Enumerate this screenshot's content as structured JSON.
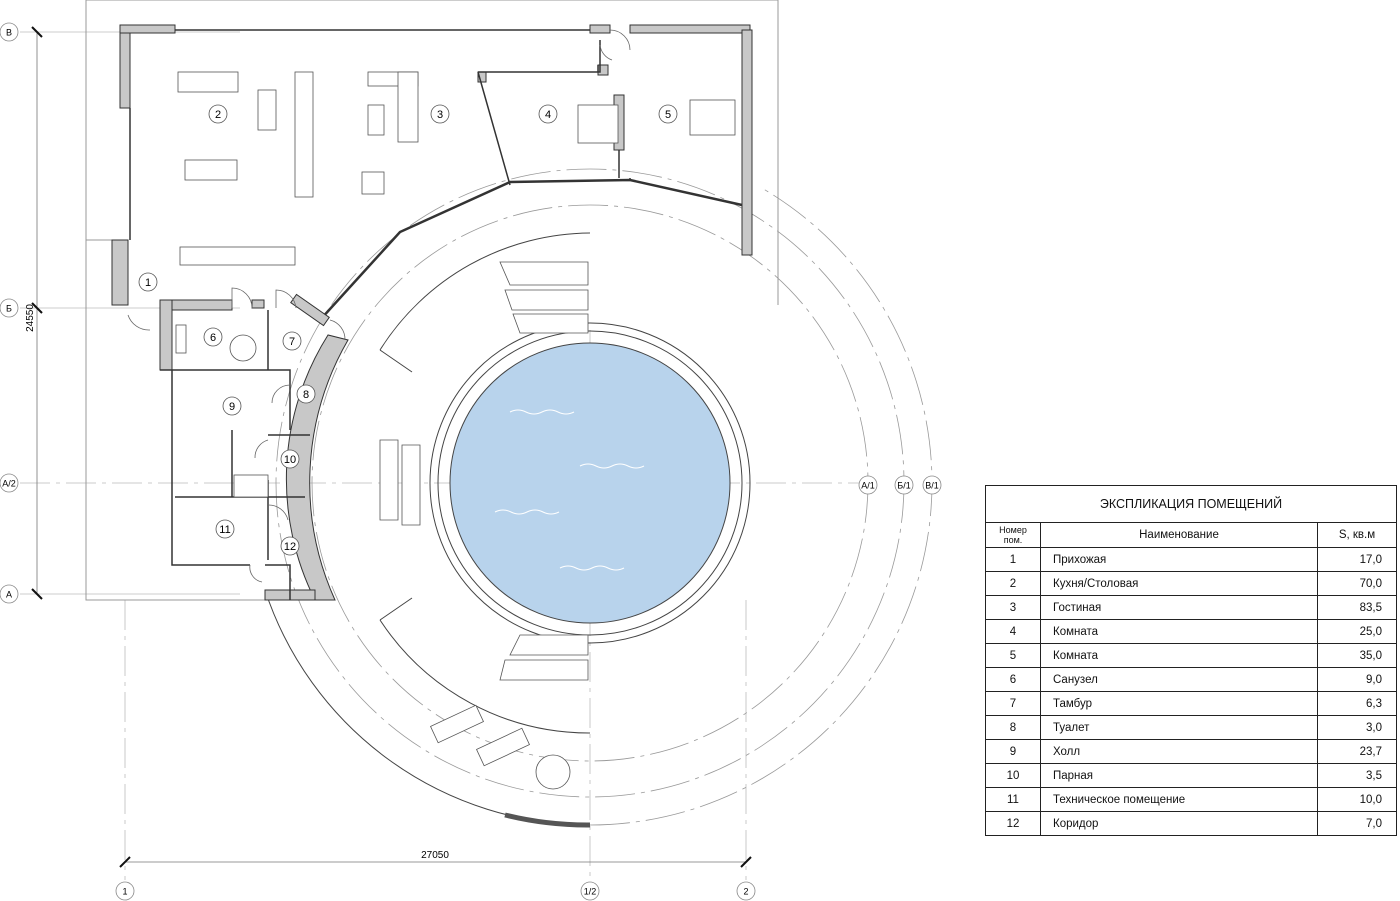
{
  "axes": {
    "rows": [
      "В",
      "Б",
      "А/2",
      "А"
    ],
    "cols": [
      "1",
      "1/2",
      "2"
    ],
    "radial": [
      "А/1",
      "Б/1",
      "В/1"
    ]
  },
  "dimensions": {
    "vertical": "24550",
    "horizontal": "27050"
  },
  "colors": {
    "pool": "#b8d3ec",
    "wall": "#c8c8c8",
    "line": "#333333"
  },
  "table": {
    "title": "ЭКСПЛИКАЦИЯ ПОМЕЩЕНИЙ",
    "headers": {
      "num": "Номер пом.",
      "name": "Наименование",
      "area": "S, кв.м"
    },
    "rows": [
      {
        "num": "1",
        "name": "Прихожая",
        "area": "17,0"
      },
      {
        "num": "2",
        "name": "Кухня/Столовая",
        "area": "70,0"
      },
      {
        "num": "3",
        "name": "Гостиная",
        "area": "83,5"
      },
      {
        "num": "4",
        "name": "Комната",
        "area": "25,0"
      },
      {
        "num": "5",
        "name": "Комната",
        "area": "35,0"
      },
      {
        "num": "6",
        "name": "Санузел",
        "area": "9,0"
      },
      {
        "num": "7",
        "name": "Тамбур",
        "area": "6,3"
      },
      {
        "num": "8",
        "name": "Туалет",
        "area": "3,0"
      },
      {
        "num": "9",
        "name": "Холл",
        "area": "23,7"
      },
      {
        "num": "10",
        "name": "Парная",
        "area": "3,5"
      },
      {
        "num": "11",
        "name": "Техническое помещение",
        "area": "10,0"
      },
      {
        "num": "12",
        "name": "Коридор",
        "area": "7,0"
      }
    ]
  }
}
